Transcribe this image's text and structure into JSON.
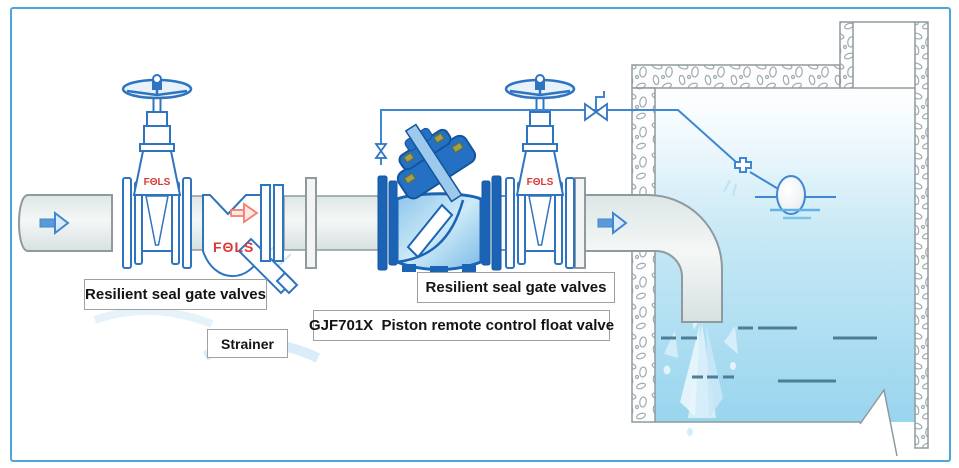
{
  "figure": {
    "type": "piping-installation-diagram",
    "labels": {
      "left_gate_valves": "Resilient seal gate valves",
      "strainer": "Strainer",
      "float_valve": "GJF701X  Piston remote control float valve",
      "right_gate_valves": "Resilient seal gate valves"
    },
    "brand_mark": "FΘLS",
    "colors": {
      "line_blue": "#2f74c0",
      "dark_valve_blue": "#1b63b5",
      "red_mark": "#d93838",
      "salmon_arrow": "#f37f6e",
      "pipe_fill": "#e9efee",
      "water_blue": "#a9ddf1",
      "frame_border": "#4da6d9"
    }
  }
}
